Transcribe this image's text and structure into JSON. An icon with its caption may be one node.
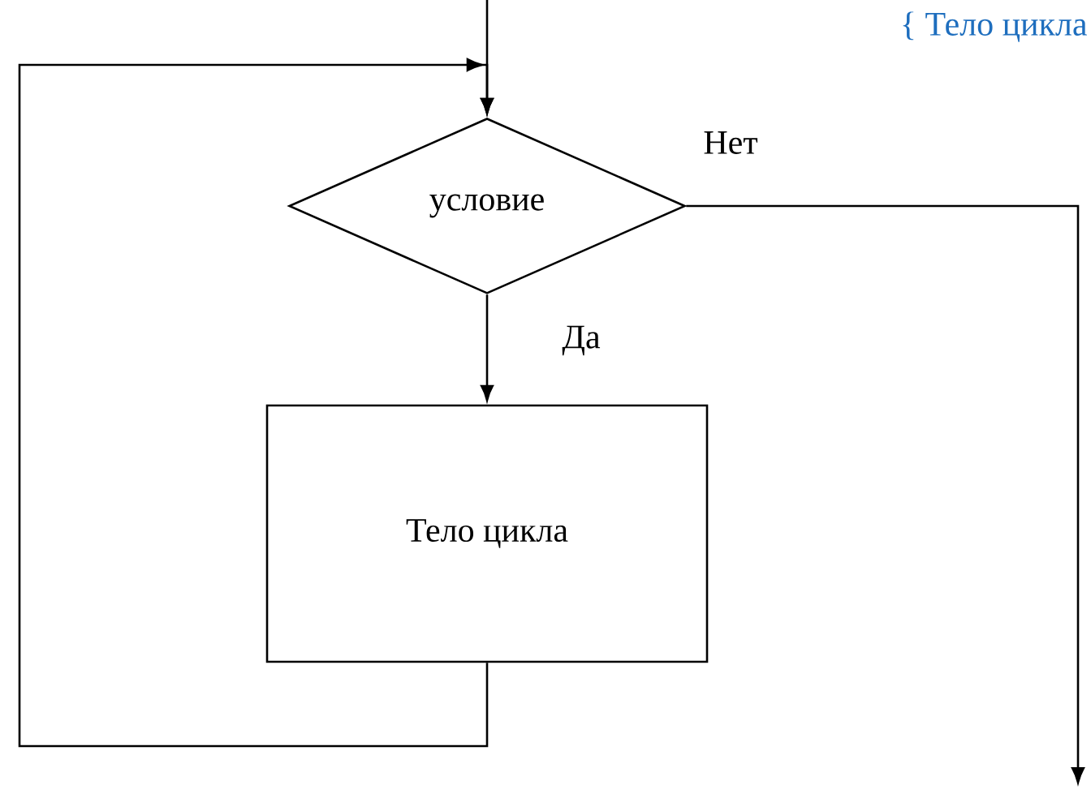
{
  "diagram": {
    "nodes": [
      {
        "text": [
          "условие"
        ]
      },
      {
        "text": [
          "Тело цикла"
        ]
      }
    ],
    "edges": [
      {
        "from": null,
        "to": 0,
        "arrow": "to"
      },
      {
        "from": 0,
        "to": 1,
        "arrow": "to",
        "label": "Да"
      },
      {
        "from": 1,
        "to": 0,
        "arrow": "to"
      },
      {
        "from": 0,
        "to": null,
        "arrow": "to",
        "label": "Нет"
      }
    ],
    "labels": [
      "{ Тело цикла"
    ]
  }
}
